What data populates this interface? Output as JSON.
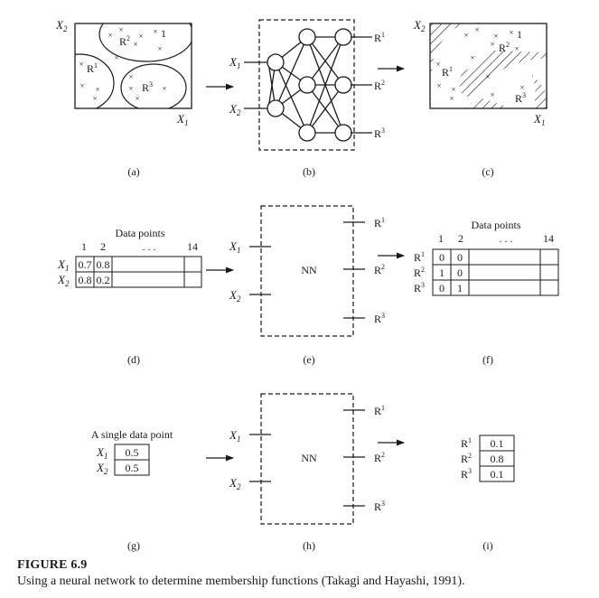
{
  "figure": {
    "title": "FIGURE 6.9",
    "caption": "Using a neural network to determine membership functions (Takagi and Hayashi, 1991)."
  },
  "vars": {
    "x1": "X",
    "x2": "X",
    "x1_sub": "1",
    "x2_sub": "2",
    "r": "R",
    "r1_sup": "1",
    "r2_sup": "2",
    "r3_sup": "3"
  },
  "nn_label": "NN",
  "point_mark": "×",
  "panel_labels": {
    "a": "(a)",
    "b": "(b)",
    "c": "(c)",
    "d": "(d)",
    "e": "(e)",
    "f": "(f)",
    "g": "(g)",
    "h": "(h)",
    "i": "(i)"
  },
  "table_d": {
    "title": "Data points",
    "col_headers": [
      "1",
      "2",
      ". . .",
      "14"
    ],
    "rows": [
      {
        "sub": "1",
        "values": [
          "0.7",
          "0.8"
        ]
      },
      {
        "sub": "2",
        "values": [
          "0.8",
          "0.2"
        ]
      }
    ]
  },
  "table_f": {
    "title": "Data points",
    "col_headers": [
      "1",
      "2",
      ". . .",
      "14"
    ],
    "rows": [
      {
        "sup": "1",
        "values": [
          "0",
          "0"
        ]
      },
      {
        "sup": "2",
        "values": [
          "1",
          "0"
        ]
      },
      {
        "sup": "3",
        "values": [
          "0",
          "1"
        ]
      }
    ]
  },
  "table_g": {
    "title": "A single data point",
    "rows": [
      {
        "sub": "1",
        "value": "0.5"
      },
      {
        "sub": "2",
        "value": "0.5"
      }
    ]
  },
  "table_i": {
    "rows": [
      {
        "sup": "1",
        "value": "0.1"
      },
      {
        "sup": "2",
        "value": "0.8"
      },
      {
        "sup": "3",
        "value": "0.1"
      }
    ]
  }
}
